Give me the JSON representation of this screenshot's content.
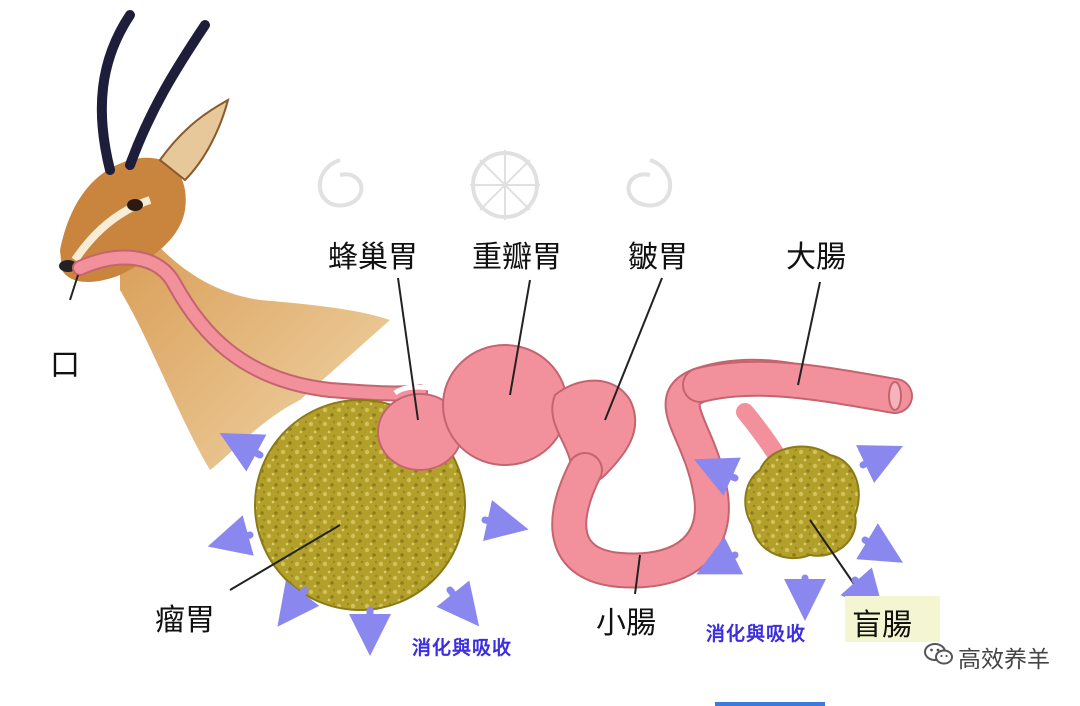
{
  "labels": {
    "mouth": "口",
    "reticulum": "蜂巢胃",
    "omasum": "重瓣胃",
    "abomasum": "皺胃",
    "large_intestine": "大腸",
    "rumen": "瘤胃",
    "small_intestine": "小腸",
    "cecum": "盲腸",
    "digest_absorb_left": "消化與吸收",
    "digest_absorb_right": "消化與吸收"
  },
  "watermark": {
    "text": "高效养羊"
  },
  "colors": {
    "tract": "#f2919b",
    "tract_outline": "#c4646f",
    "rumen_fill": "#b9a52c",
    "arrow": "#8a88ef",
    "label_text": "#111111",
    "blue_text": "#3a2ee0"
  }
}
